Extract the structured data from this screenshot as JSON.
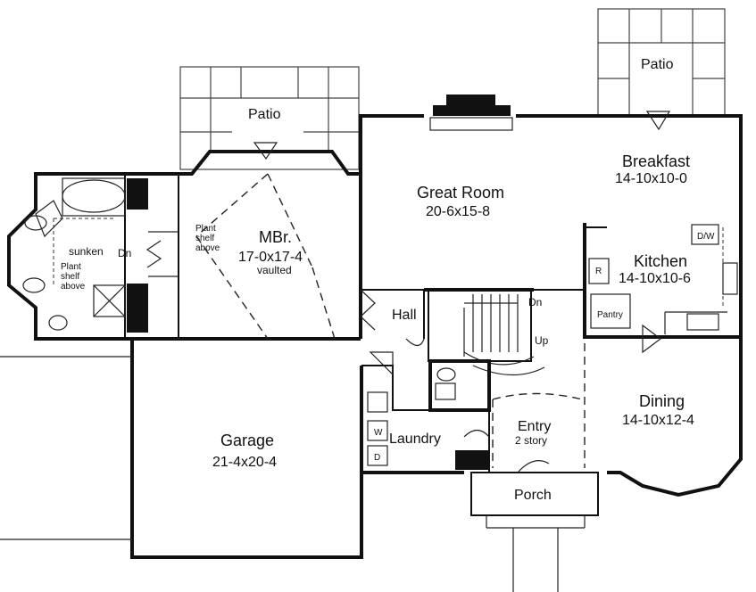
{
  "rooms": {
    "patio_left": "Patio",
    "patio_right": "Patio",
    "breakfast_name": "Breakfast",
    "breakfast_dims": "14-10x10-0",
    "great_name": "Great Room",
    "great_dims": "20-6x15-8",
    "mbr_name": "MBr.",
    "mbr_dims": "17-0x17-4",
    "mbr_note": "vaulted",
    "kitchen_name": "Kitchen",
    "kitchen_dims": "14-10x10-6",
    "dw": "D/W",
    "ref": "R",
    "pantry": "Pantry",
    "hall": "Hall",
    "dn_stair": "Dn",
    "up_stair": "Up",
    "dn_left": "Dn",
    "dining_name": "Dining",
    "dining_dims": "14-10x12-4",
    "entry_name": "Entry",
    "entry_note": "2 story",
    "garage_name": "Garage",
    "garage_dims": "21-4x20-4",
    "laundry": "Laundry",
    "washer": "W",
    "dryer": "D",
    "porch": "Porch",
    "sunken": "sunken",
    "plant_shelf_1": [
      "Plant",
      "shelf",
      "above"
    ],
    "plant_shelf_2": [
      "Plant",
      "shelf",
      "above"
    ]
  }
}
